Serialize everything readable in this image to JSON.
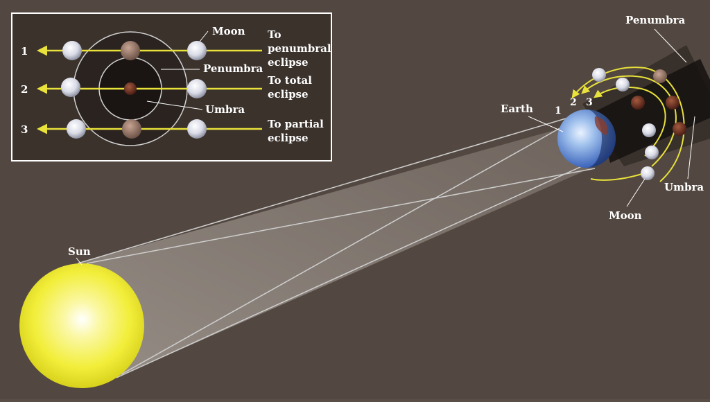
{
  "inset": {
    "labels": {
      "moon": "Moon",
      "penumbra": "Penumbra",
      "umbra": "Umbra"
    },
    "paths": [
      {
        "number": "1",
        "line1": "To",
        "line2": "penumbral",
        "line3": "eclipse"
      },
      {
        "number": "2",
        "line1": "To total",
        "line2": "eclipse"
      },
      {
        "number": "3",
        "line1": "To partial",
        "line2": "eclipse"
      }
    ]
  },
  "main": {
    "labels": {
      "sun": "Sun",
      "earth": "Earth",
      "penumbra": "Penumbra",
      "umbra": "Umbra",
      "moon": "Moon"
    },
    "path_numbers": [
      "1",
      "2",
      "3"
    ]
  },
  "colors": {
    "background": "#5a4f47",
    "sun": "#f2ee3a",
    "arrow": "#e9e23a",
    "moon": "#d9dbe6",
    "eclipsed_moon": "#7a3a2a",
    "earth": "#3a63b8",
    "label": "#ffffff"
  }
}
